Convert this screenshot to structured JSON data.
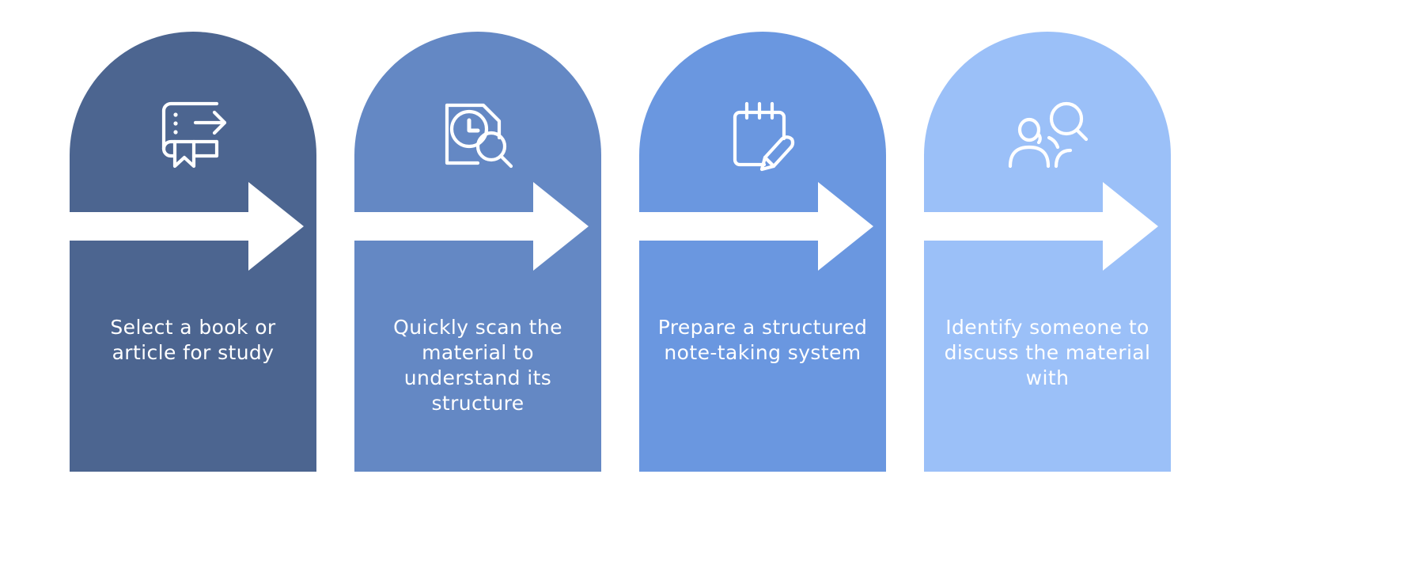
{
  "page": {
    "background_color": "#ffffff",
    "title": "Study process steps infographic",
    "layout": "four-column arch cards with white arrow cutouts",
    "text_color": "#ffffff"
  },
  "cards": [
    {
      "index": 1,
      "color": "#4C6590",
      "icon_name": "book-arrow-icon",
      "icon_description": "book with bookmark, bullet dots and right arrow",
      "label": "Select a book or\narticle for study"
    },
    {
      "index": 2,
      "color": "#6488C4",
      "icon_name": "document-clock-search-icon",
      "icon_description": "document with folded corner, clock and magnifying glass",
      "label": "Quickly scan the\nmaterial to\nunderstand its\nstructure"
    },
    {
      "index": 3,
      "color": "#6A97E0",
      "icon_name": "notepad-pencil-icon",
      "icon_description": "spiral notepad with pencil",
      "label": "Prepare a structured\nnote-taking system"
    },
    {
      "index": 4,
      "color": "#9BC0F8",
      "icon_name": "people-search-icon",
      "icon_description": "two people with magnifying glass",
      "label": "Identify someone to\ndiscuss the material\nwith"
    }
  ]
}
